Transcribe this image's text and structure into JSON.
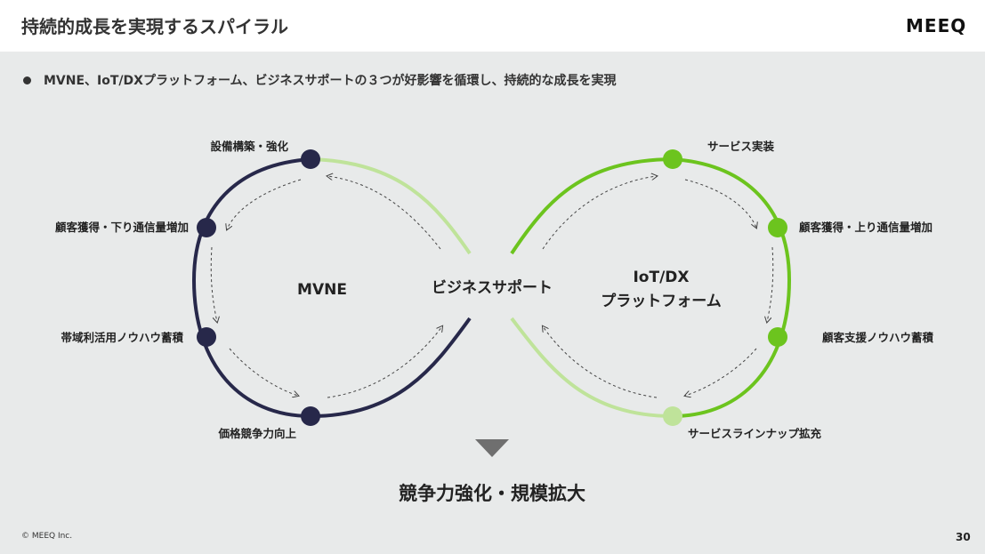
{
  "header": {
    "title": "持続的成長を実現するスパイラル",
    "logo": "MEEQ"
  },
  "bullet": "MVNE、IoT/DXプラットフォーム、ビジネスサポートの３つが好影響を循環し、持続的な成長を実現",
  "diagram": {
    "left_loop": {
      "label": "MVNE",
      "color": "#27284a",
      "nodes": [
        "設備構築・強化",
        "顧客獲得・下り通信量増加",
        "帯域利活用ノウハウ蓄積",
        "価格競争力向上"
      ]
    },
    "center_label": "ビジネスサポート",
    "right_loop": {
      "label_line1": "IoT/DX",
      "label_line2": "プラットフォーム",
      "color": "#6cc41e",
      "light_color": "#bfe39a",
      "nodes": [
        "サービス実装",
        "顧客獲得・上り通信量増加",
        "顧客支援ノウハウ蓄積",
        "サービスラインナップ拡充"
      ]
    },
    "result": "競争力強化・規模拡大"
  },
  "footer": {
    "copyright": "© MEEQ Inc.",
    "page": "30"
  }
}
